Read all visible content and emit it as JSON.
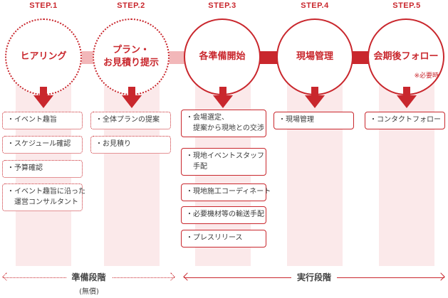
{
  "colors": {
    "accent": "#c9272d",
    "accent_light": "#f2b7b9",
    "band": "#fbe9ea",
    "text": "#3a3a3a"
  },
  "steps": [
    {
      "label": "STEP.1",
      "title": [
        "ヒアリング"
      ],
      "note": "",
      "style": "dotted",
      "items": [
        [
          "・イベント趣旨"
        ],
        [
          "・スケジュール確認"
        ],
        [
          "・予算確認"
        ],
        [
          "・イベント趣旨に沿った",
          "　運営コンサルタント"
        ]
      ]
    },
    {
      "label": "STEP.2",
      "title": [
        "プラン・",
        "お見積り提示"
      ],
      "note": "",
      "style": "dotted",
      "items": [
        [
          "・全体プランの提案"
        ],
        [
          "・お見積り"
        ]
      ]
    },
    {
      "label": "STEP.3",
      "title": [
        "各準備開始"
      ],
      "note": "",
      "style": "solid",
      "items": [
        [
          "・会場選定、",
          "　提案から現地との交渉"
        ],
        [
          "・現地イベントスタッフ",
          "　手配"
        ],
        [
          "・現地施工コーディネート"
        ],
        [
          "・必要機材等の輸送手配"
        ],
        [
          "・プレスリリース"
        ]
      ]
    },
    {
      "label": "STEP.4",
      "title": [
        "現場管理"
      ],
      "note": "",
      "style": "solid",
      "items": [
        [
          "・現場管理"
        ]
      ]
    },
    {
      "label": "STEP.5",
      "title": [
        "会期後フォロー"
      ],
      "note": "※必要時",
      "style": "solid",
      "items": [
        [
          "・コンタクトフォロー"
        ]
      ]
    }
  ],
  "phases": {
    "prep": {
      "label": "準備段階",
      "sub": "(無償)"
    },
    "exec": {
      "label": "実行段階"
    }
  }
}
